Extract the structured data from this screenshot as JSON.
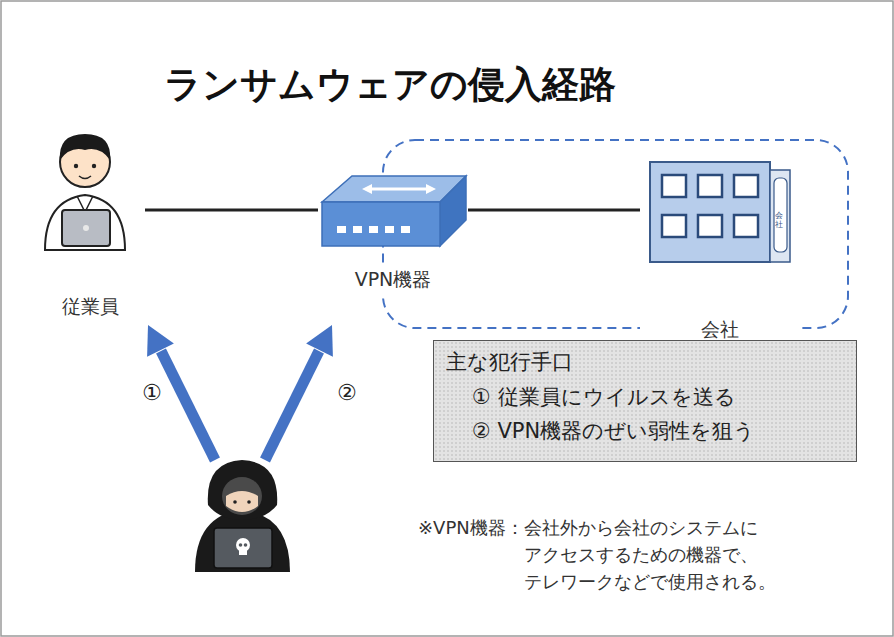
{
  "diagram": {
    "title": "ランサムウェアの侵入経路",
    "nodes": [
      {
        "text": [
          "従業員"
        ]
      },
      {
        "text": [
          "VPN機器"
        ]
      },
      {
        "text": [
          "会社"
        ]
      },
      {
        "text": [
          "主な犯行手口",
          "① 従業員にウイルスを送る",
          "② VPN機器のぜい弱性を狙う"
        ]
      }
    ],
    "edges": [
      {
        "from": 0,
        "to": 1,
        "arrow": "none"
      },
      {
        "from": 1,
        "to": 2,
        "arrow": "none"
      }
    ],
    "labels": [
      "①",
      "②",
      "会社",
      "※VPN機器：会社外から会社のシステムに アクセスするための機器で、 テレワークなどで使用される。"
    ]
  }
}
